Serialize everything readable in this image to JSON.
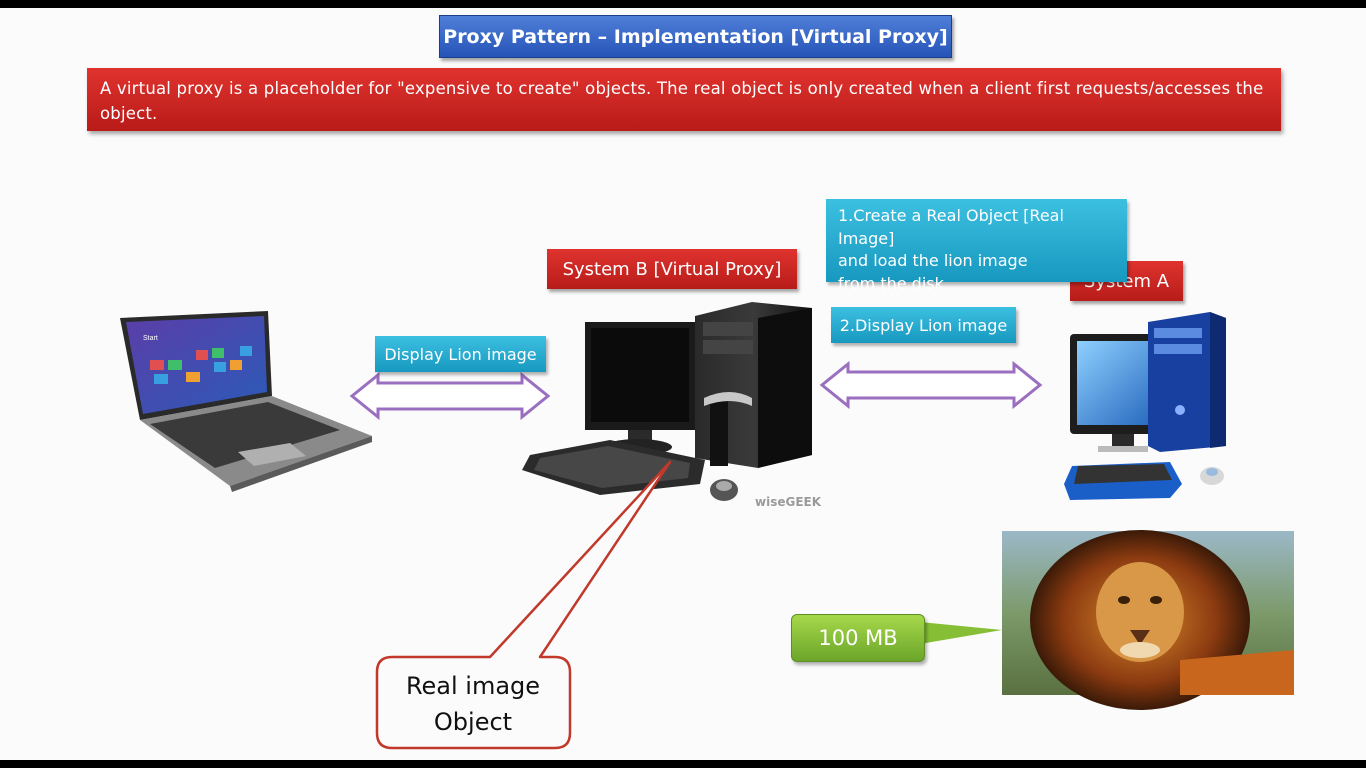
{
  "title": "Proxy Pattern – Implementation [Virtual Proxy]",
  "description": "A virtual proxy is a placeholder for \"expensive to create\" objects. The real object is only created when a client first requests/accesses the object.",
  "labels": {
    "system_b": "System B [Virtual Proxy]",
    "system_a": "System A",
    "display_lion": "Display Lion image",
    "step1_line1": "1.Create a Real Object [Real Image]",
    "step1_line2": "and load the  lion image",
    "step1_line3": "from the disk",
    "step2": "2.Display Lion image",
    "watermark": "wiseGEEK",
    "size": "100 MB",
    "callout_line1": "Real image",
    "callout_line2": "Object",
    "laptop_start": "Start"
  },
  "colors": {
    "title_blue": "#2f63c6",
    "desc_red": "#c8221f",
    "label_cyan": "#22a9d0",
    "arrow_purple": "#9b6fc0",
    "callout_green": "#86bf35",
    "callout_red_border": "#c0392b"
  }
}
